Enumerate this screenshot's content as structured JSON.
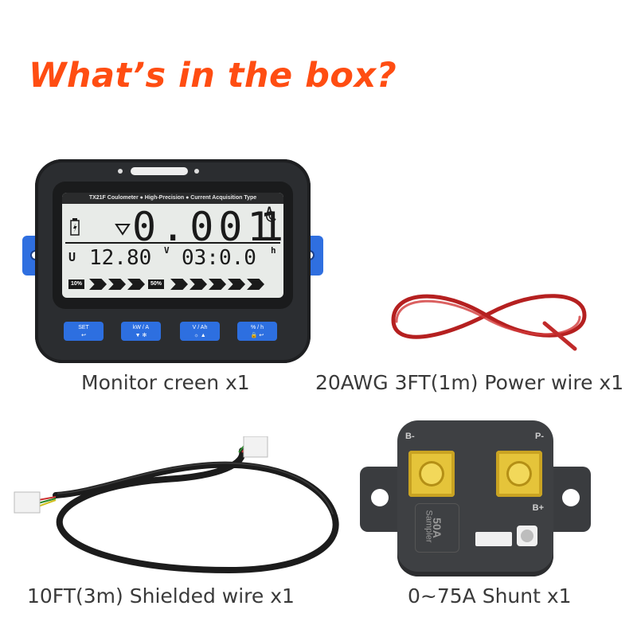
{
  "title": "What’s in the box?",
  "monitor": {
    "model_header": "TX21F Coulometer ● High-Precision ● Current Acquisition Type",
    "current_value": "0.001",
    "current_unit": "A",
    "voltage_label": "U",
    "voltage_value": "12.80",
    "voltage_unit": "V",
    "time_value": "03:0.0",
    "time_unit": "h",
    "pct_low": "10%",
    "pct_mid": "50%",
    "buttons": [
      {
        "top": "SET",
        "bottom": "↩"
      },
      {
        "top": "kW / A",
        "bottom": "▼ ✻"
      },
      {
        "top": "V / Ah",
        "bottom": "☼ ▲"
      },
      {
        "top": "% / h",
        "bottom": "🔒 ↩"
      }
    ]
  },
  "shunt": {
    "label_bminus": "B-",
    "label_pminus": "P-",
    "label_bplus": "B+",
    "rating": "50A",
    "sampler": "Sampler"
  },
  "captions": {
    "monitor": "Monitor creen x1",
    "power_wire": "20AWG 3FT(1m) Power wire x1",
    "shielded_wire": "10FT(3m) Shielded wire x1",
    "shunt": "0~75A Shunt x1"
  }
}
